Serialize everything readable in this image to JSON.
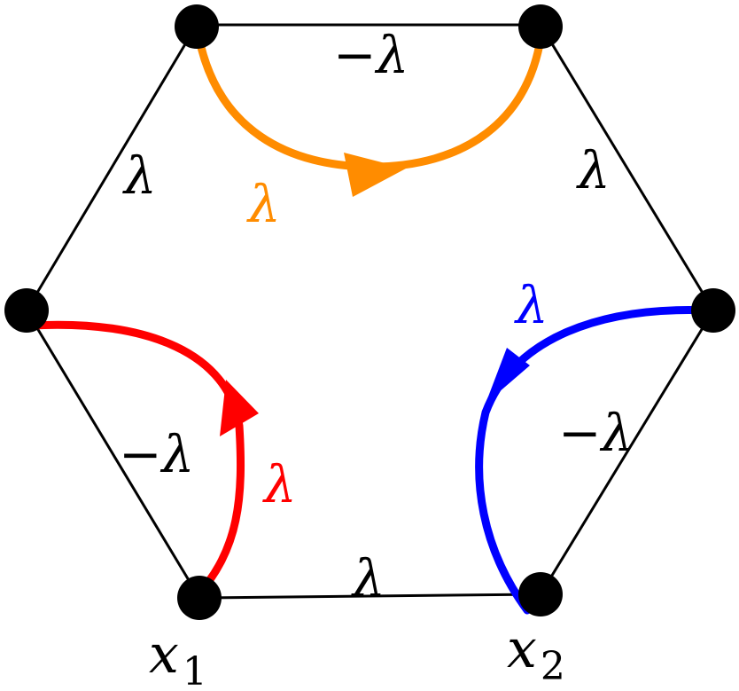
{
  "colors": {
    "edge": "#000000",
    "vertex": "#000000",
    "orange": "#ff8c00",
    "red": "#ff0000",
    "blue": "#0000ff"
  },
  "edges": {
    "top": "−λ",
    "upper_left": "λ",
    "upper_right": "λ",
    "lower_left": "−λ",
    "lower_right": "−λ",
    "bottom": "λ"
  },
  "arcs": {
    "orange": "λ",
    "red": "λ",
    "blue": "λ"
  },
  "vertices": {
    "x1": {
      "base": "x",
      "sub": "1"
    },
    "x2": {
      "base": "x",
      "sub": "2"
    }
  }
}
